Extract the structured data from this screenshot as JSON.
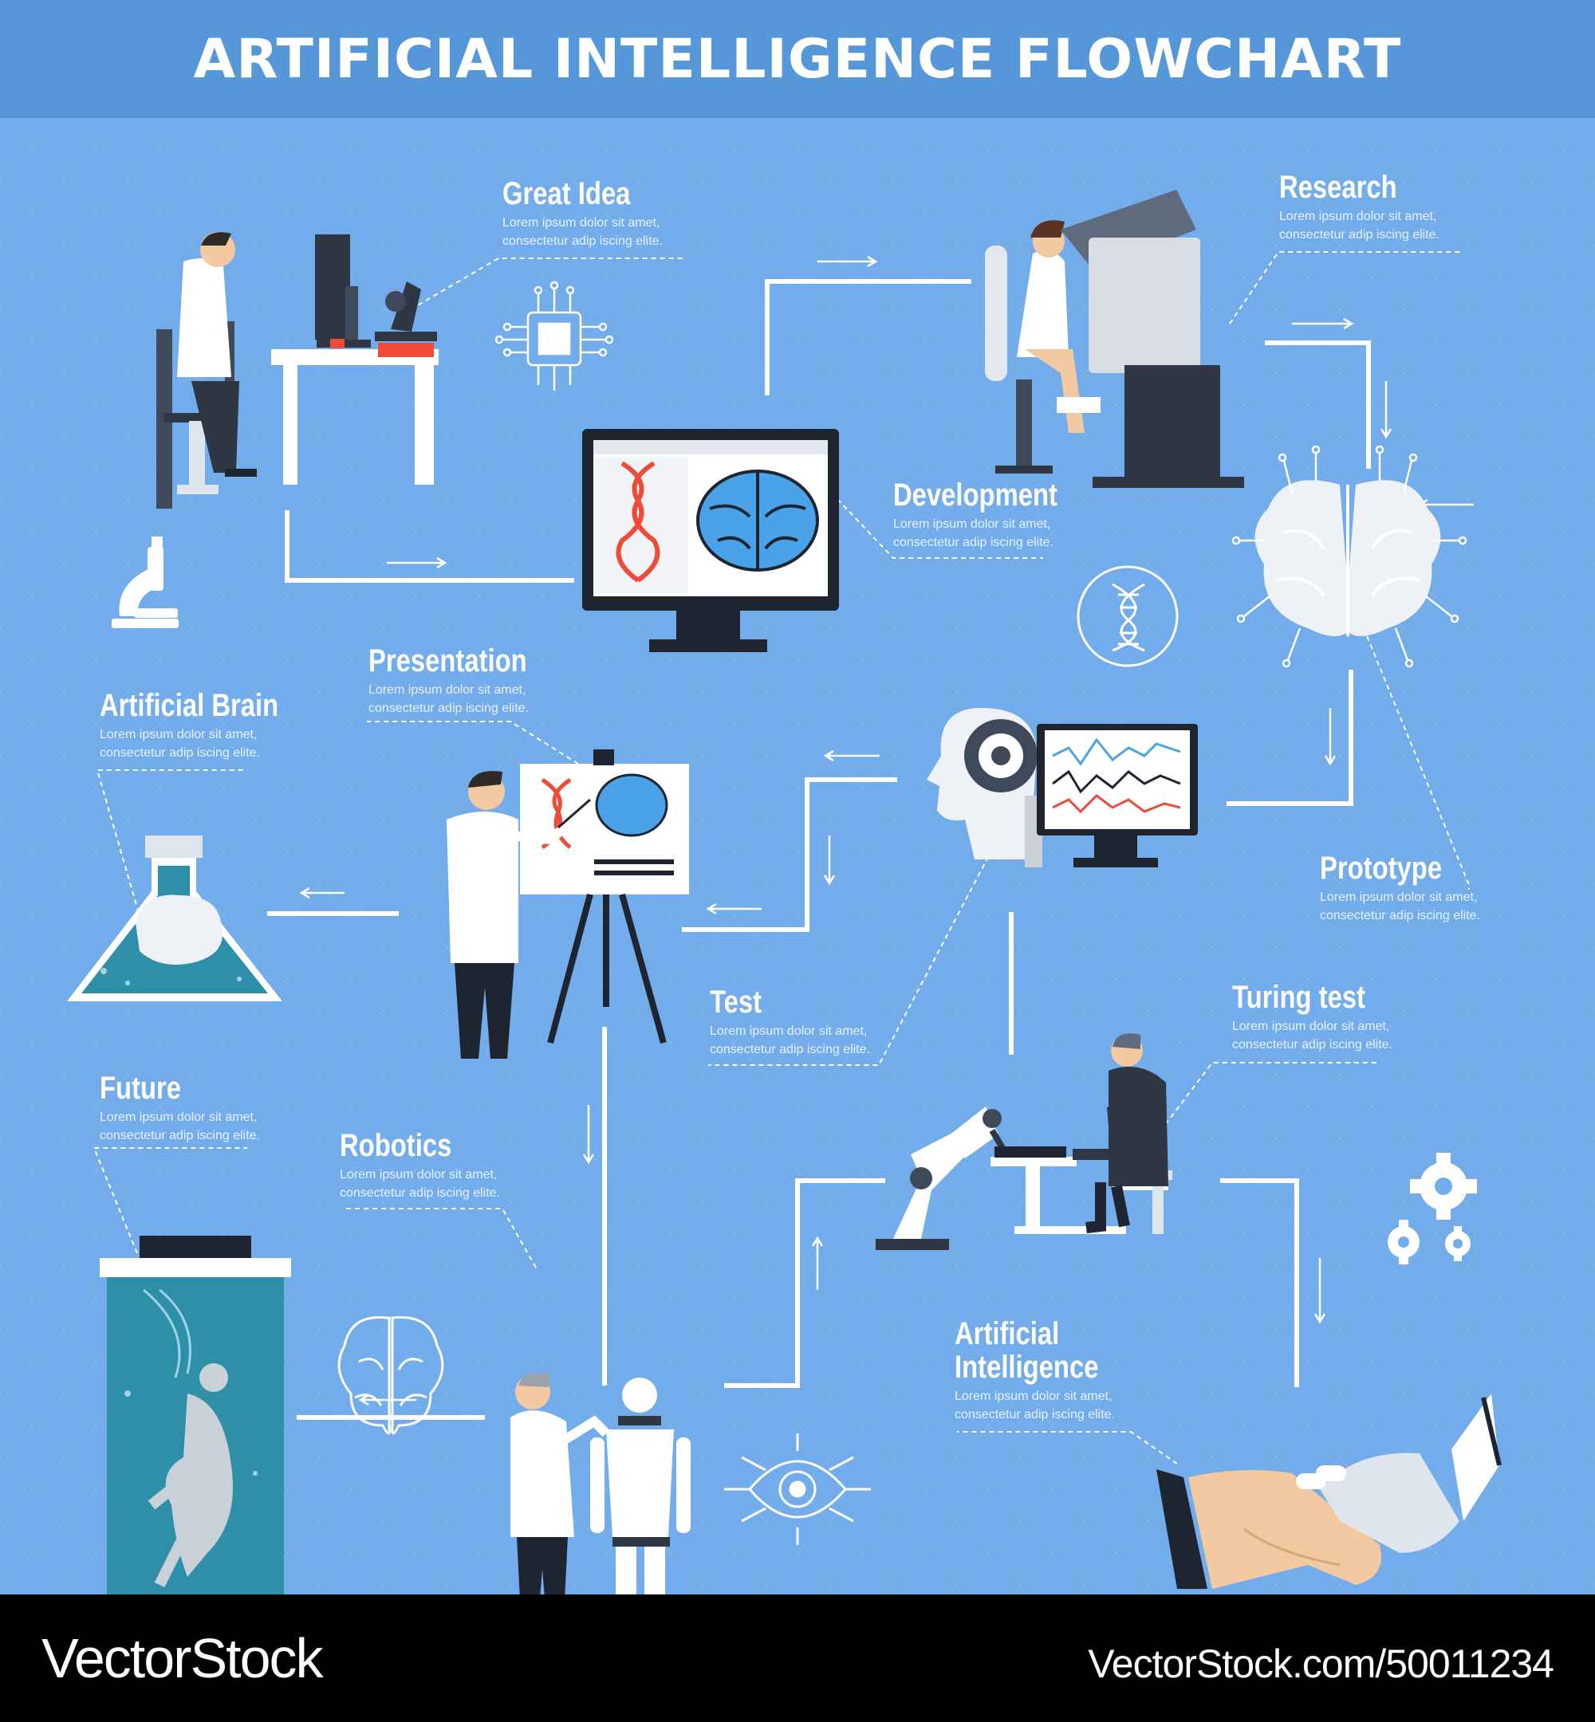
{
  "title": "ARTIFICIAL INTELLIGENCE FLOWCHART",
  "colors": {
    "background": "#72acea",
    "header": "#5597d8",
    "footer": "#000000",
    "line": "#ffffff",
    "accent_red": "#ef4b3b",
    "accent_blue": "#4aa3e8"
  },
  "steps": [
    {
      "title": "Great Idea",
      "desc": "Lorem ipsum dolor sit amet, consectetur adip iscing elite."
    },
    {
      "title": "Research",
      "desc": "Lorem ipsum dolor sit amet, consectetur adip iscing elite."
    },
    {
      "title": "Development",
      "desc": "Lorem ipsum dolor sit amet, consectetur adip iscing elite."
    },
    {
      "title": "Prototype",
      "desc": "Lorem ipsum dolor sit amet, consectetur adip iscing elite."
    },
    {
      "title": "Test",
      "desc": "Lorem ipsum dolor sit amet, consectetur adip iscing elite."
    },
    {
      "title": "Presentation",
      "desc": "Lorem ipsum dolor sit amet, consectetur adip iscing elite."
    },
    {
      "title": "Artificial Brain",
      "desc": "Lorem ipsum dolor sit amet, consectetur adip iscing elite."
    },
    {
      "title": "Turing test",
      "desc": "Lorem ipsum dolor sit amet, consectetur adip iscing elite."
    },
    {
      "title": "Future",
      "desc": "Lorem ipsum dolor sit amet, consectetur adip iscing elite."
    },
    {
      "title": "Robotics",
      "desc": "Lorem ipsum dolor sit amet, consectetur adip iscing elite."
    },
    {
      "title": "Artificial\nIntelligence",
      "desc": "Lorem ipsum dolor sit amet, consectetur adip iscing elite."
    }
  ],
  "icons": [
    "scientist-at-computer-icon",
    "microscope-icon",
    "chip-icon",
    "monitor-dna-brain-icon",
    "researcher-icon",
    "brain-circuit-icon",
    "dna-circle-icon",
    "robot-head-monitor-icon",
    "presenter-icon",
    "flask-brain-icon",
    "chess-robot-icon",
    "gears-icon",
    "capsule-robot-icon",
    "brain-outline-icon",
    "robotics-icon",
    "eye-circuit-icon",
    "handshake-icon"
  ],
  "footer": {
    "brand": "VectorStock",
    "url": "VectorStock.com/50011234"
  }
}
